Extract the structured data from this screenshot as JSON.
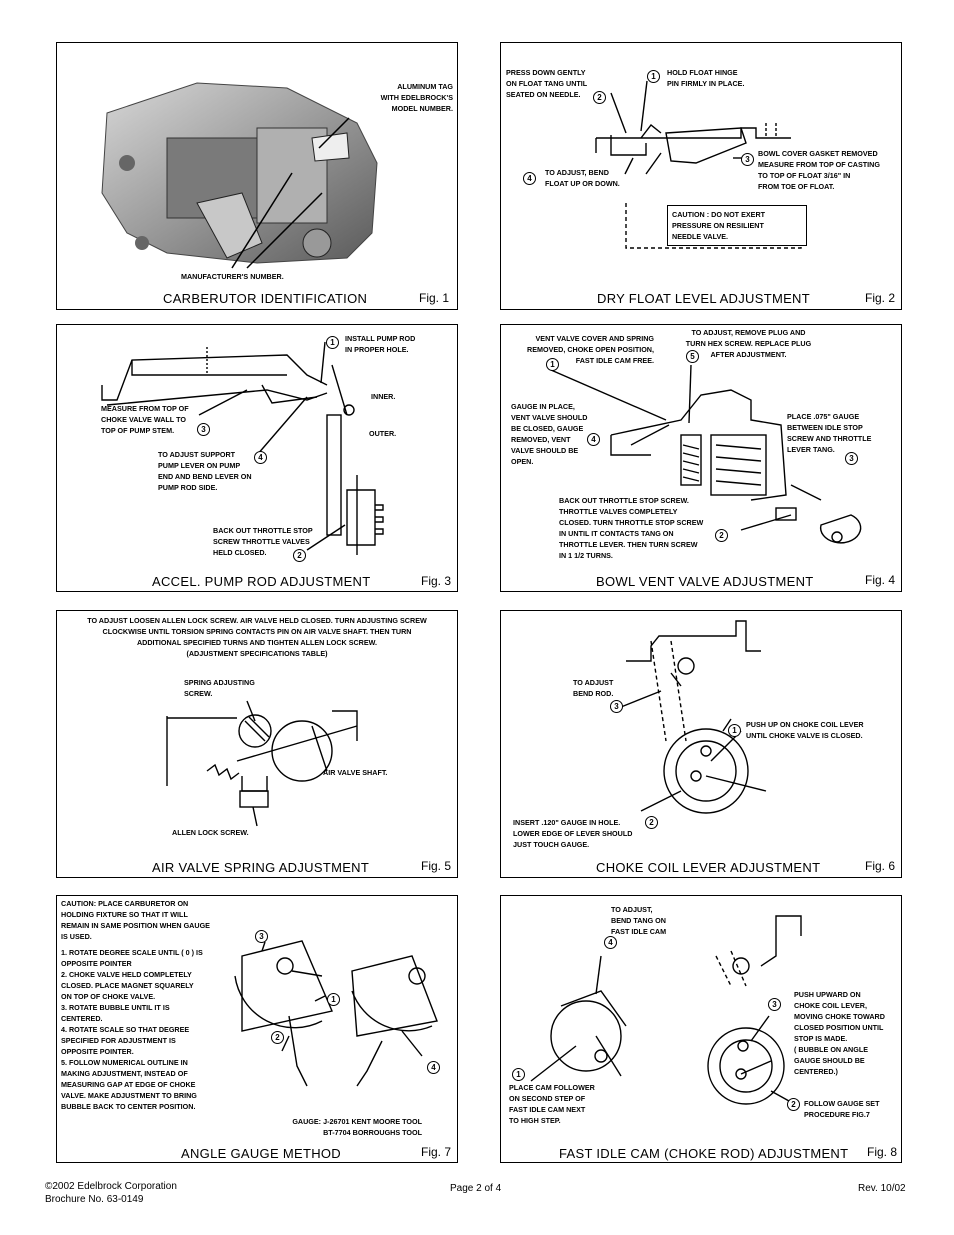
{
  "panels": {
    "p1": {
      "title": "CARBERUTOR IDENTIFICATION",
      "fig": "Fig. 1",
      "notes": [
        "ALUMINUM TAG\nWITH EDELBROCK'S\nMODEL NUMBER.",
        "MANUFACTURER'S NUMBER."
      ]
    },
    "p2": {
      "title": "DRY FLOAT LEVEL ADJUSTMENT",
      "fig": "Fig. 2",
      "notes": [
        "PRESS DOWN GENTLY\nON FLOAT TANG UNTIL\nSEATED ON NEEDLE.",
        "HOLD FLOAT HINGE\nPIN FIRMLY IN PLACE.",
        "BOWL COVER GASKET REMOVED\nMEASURE FROM TOP OF CASTING\nTO TOP OF FLOAT 3/16\" IN\nFROM TOE OF FLOAT.",
        "TO ADJUST, BEND\nFLOAT UP OR DOWN.",
        "CAUTION : DO NOT EXERT\nPRESSURE ON RESILIENT\nNEEDLE VALVE."
      ],
      "nums": [
        "1",
        "2",
        "3",
        "4"
      ]
    },
    "p3": {
      "title": "ACCEL. PUMP ROD ADJUSTMENT",
      "fig": "Fig. 3",
      "notes": [
        "INSTALL PUMP ROD\nIN PROPER HOLE.",
        "INNER.",
        "OUTER.",
        "MEASURE FROM TOP OF\nCHOKE VALVE WALL TO\nTOP OF PUMP STEM.",
        "TO ADJUST SUPPORT\nPUMP LEVER ON PUMP\nEND AND BEND LEVER ON\nPUMP ROD SIDE.",
        "BACK OUT THROTTLE STOP\nSCREW THROTTLE VALVES\nHELD CLOSED."
      ],
      "nums": [
        "1",
        "3",
        "4",
        "2"
      ]
    },
    "p4": {
      "title": "BOWL VENT VALVE ADJUSTMENT",
      "fig": "Fig. 4",
      "notes": [
        "VENT VALVE COVER AND SPRING\nREMOVED, CHOKE OPEN POSITION,\nFAST IDLE CAM FREE.",
        "TO ADJUST, REMOVE PLUG AND\nTURN HEX SCREW. REPLACE PLUG\nAFTER ADJUSTMENT.",
        "GAUGE IN PLACE,\nVENT VALVE SHOULD\nBE CLOSED, GAUGE\nREMOVED, VENT\nVALVE SHOULD BE\nOPEN.",
        "PLACE .075\" GAUGE\nBETWEEN IDLE STOP\nSCREW AND THROTTLE\nLEVER TANG.",
        "BACK OUT THROTTLE STOP SCREW.\nTHROTTLE VALVES COMPLETELY\nCLOSED. TURN THROTTLE STOP SCREW\nIN UNTIL IT CONTACTS TANG ON\nTHROTTLE LEVER. THEN TURN SCREW\nIN 1 1/2 TURNS."
      ],
      "nums": [
        "1",
        "5",
        "4",
        "3",
        "2"
      ]
    },
    "p5": {
      "title": "AIR VALVE SPRING ADJUSTMENT",
      "fig": "Fig. 5",
      "notes": [
        "TO ADJUST LOOSEN ALLEN LOCK SCREW. AIR VALVE HELD CLOSED. TURN ADJUSTING SCREW\nCLOCKWISE UNTIL TORSION SPRING CONTACTS PIN ON AIR VALVE SHAFT. THEN TURN\nADDITIONAL SPECIFIED TURNS AND TIGHTEN ALLEN LOCK SCREW.\n(ADJUSTMENT SPECIFICATIONS TABLE)",
        "SPRING ADJUSTING\nSCREW.",
        "AIR VALVE SHAFT.",
        "ALLEN LOCK SCREW."
      ]
    },
    "p6": {
      "title": "CHOKE COIL LEVER ADJUSTMENT",
      "fig": "Fig. 6",
      "notes": [
        "TO ADJUST\nBEND ROD.",
        "PUSH UP ON CHOKE COIL LEVER\nUNTIL CHOKE VALVE IS CLOSED.",
        "INSERT .120\" GAUGE IN HOLE.\nLOWER EDGE OF LEVER SHOULD\nJUST TOUCH GAUGE."
      ],
      "nums": [
        "3",
        "1",
        "2"
      ]
    },
    "p7": {
      "title": "ANGLE GAUGE METHOD",
      "fig": "Fig. 7",
      "notes": [
        "CAUTION:    PLACE    CARBURETOR    ON\nHOLDING   FIXTURE   SO   THAT   IT   WILL\nREMAIN IN SAME POSITION WHEN GAUGE\nIS USED.",
        "1. ROTATE DEGREE SCALE UNTIL ( 0 ) IS\n    OPPOSITE POINTER\n2. CHOKE VALVE HELD COMPLETELY\n    CLOSED. PLACE MAGNET SQUARELY\n    ON TOP OF CHOKE VALVE.\n3. ROTATE BUBBLE UNTIL IT IS\n    CENTERED.\n4. ROTATE SCALE SO THAT DEGREE\n    SPECIFIED FOR ADJUSTMENT IS\n    OPPOSITE POINTER.\n5. FOLLOW NUMERICAL OUTLINE IN\n    MAKING ADJUSTMENT, INSTEAD OF\n    MEASURING GAP AT EDGE OF CHOKE\n    VALVE. MAKE ADJUSTMENT TO BRING\n    BUBBLE BACK TO CENTER POSITION.",
        "GAUGE: J-26701 KENT MOORE TOOL\nBT-7704 BORROUGHS TOOL"
      ],
      "nums": [
        "3",
        "1",
        "2",
        "4"
      ]
    },
    "p8": {
      "title": "FAST IDLE CAM (CHOKE ROD) ADJUSTMENT",
      "fig": "Fig. 8",
      "notes": [
        "TO ADJUST,\nBEND TANG ON\nFAST IDLE CAM",
        "PUSH UPWARD ON\nCHOKE COIL LEVER,\nMOVING CHOKE TOWARD\nCLOSED POSITION UNTIL\nSTOP IS MADE.\n( BUBBLE ON ANGLE\nGAUGE SHOULD BE\nCENTERED.)",
        "PLACE CAM FOLLOWER\nON SECOND STEP OF\nFAST IDLE CAM NEXT\nTO HIGH STEP.",
        "FOLLOW GAUGE SET\nPROCEDURE FIG.7"
      ],
      "nums": [
        "4",
        "3",
        "1",
        "2"
      ]
    }
  },
  "footer": {
    "left": "©2002 Edelbrock Corporation\nBrochure No. 63-0149",
    "center": "Page 2 of 4",
    "right": "Rev. 10/02"
  }
}
